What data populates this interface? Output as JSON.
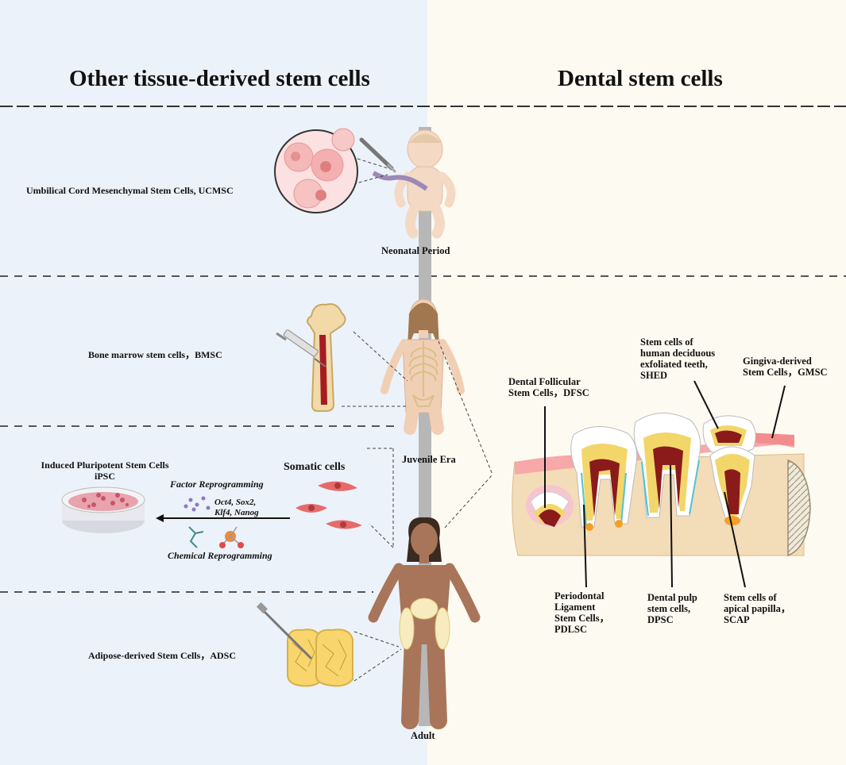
{
  "headers": {
    "left": "Other tissue-derived stem cells",
    "right": "Dental stem cells"
  },
  "stages": {
    "neonatal": "Neonatal Period",
    "juvenile": "Juvenile Era",
    "adult": "Adult"
  },
  "left_labels": {
    "ucmsc": "Umbilical Cord Mesenchymal Stem Cells, UCMSC",
    "bmsc": "Bone marrow stem cells，BMSC",
    "ipsc_line1": "Induced Pluripotent Stem Cells",
    "ipsc_line2": "iPSC",
    "somatic": "Somatic cells",
    "factor": "Factor Reprogramming",
    "factors_line1": "Oct4, Sox2,",
    "factors_line2": "Klf4, Nanog",
    "chemical": "Chemical Reprogramming",
    "adsc": "Adipose-derived Stem Cells，ADSC"
  },
  "dental_labels": {
    "dfsc_line1": "Dental Follicular",
    "dfsc_line2": "Stem Cells，DFSC",
    "shed_line1": "Stem cells of",
    "shed_line2": "human deciduous",
    "shed_line3": "exfoliated teeth,",
    "shed_line4": "SHED",
    "gmsc_line1": "Gingiva-derived",
    "gmsc_line2": "Stem Cells，GMSC",
    "pdlsc_line1": "Periodontal",
    "pdlsc_line2": "Ligament",
    "pdlsc_line3": "Stem Cells，",
    "pdlsc_line4": "PDLSC",
    "dpsc_line1": "Dental pulp",
    "dpsc_line2": "stem cells,",
    "dpsc_line3": "DPSC",
    "scap_line1": "Stem cells of",
    "scap_line2": "apical papilla，",
    "scap_line3": "SCAP"
  },
  "colors": {
    "left_bg": "#ecf2f9",
    "right_bg": "#fdfaf1",
    "pulp": "#8b1a1a",
    "dentin": "#f2d66a",
    "gum": "#f7a8a8",
    "bone": "#f3dcb8",
    "skin": "#e8c2a6"
  }
}
